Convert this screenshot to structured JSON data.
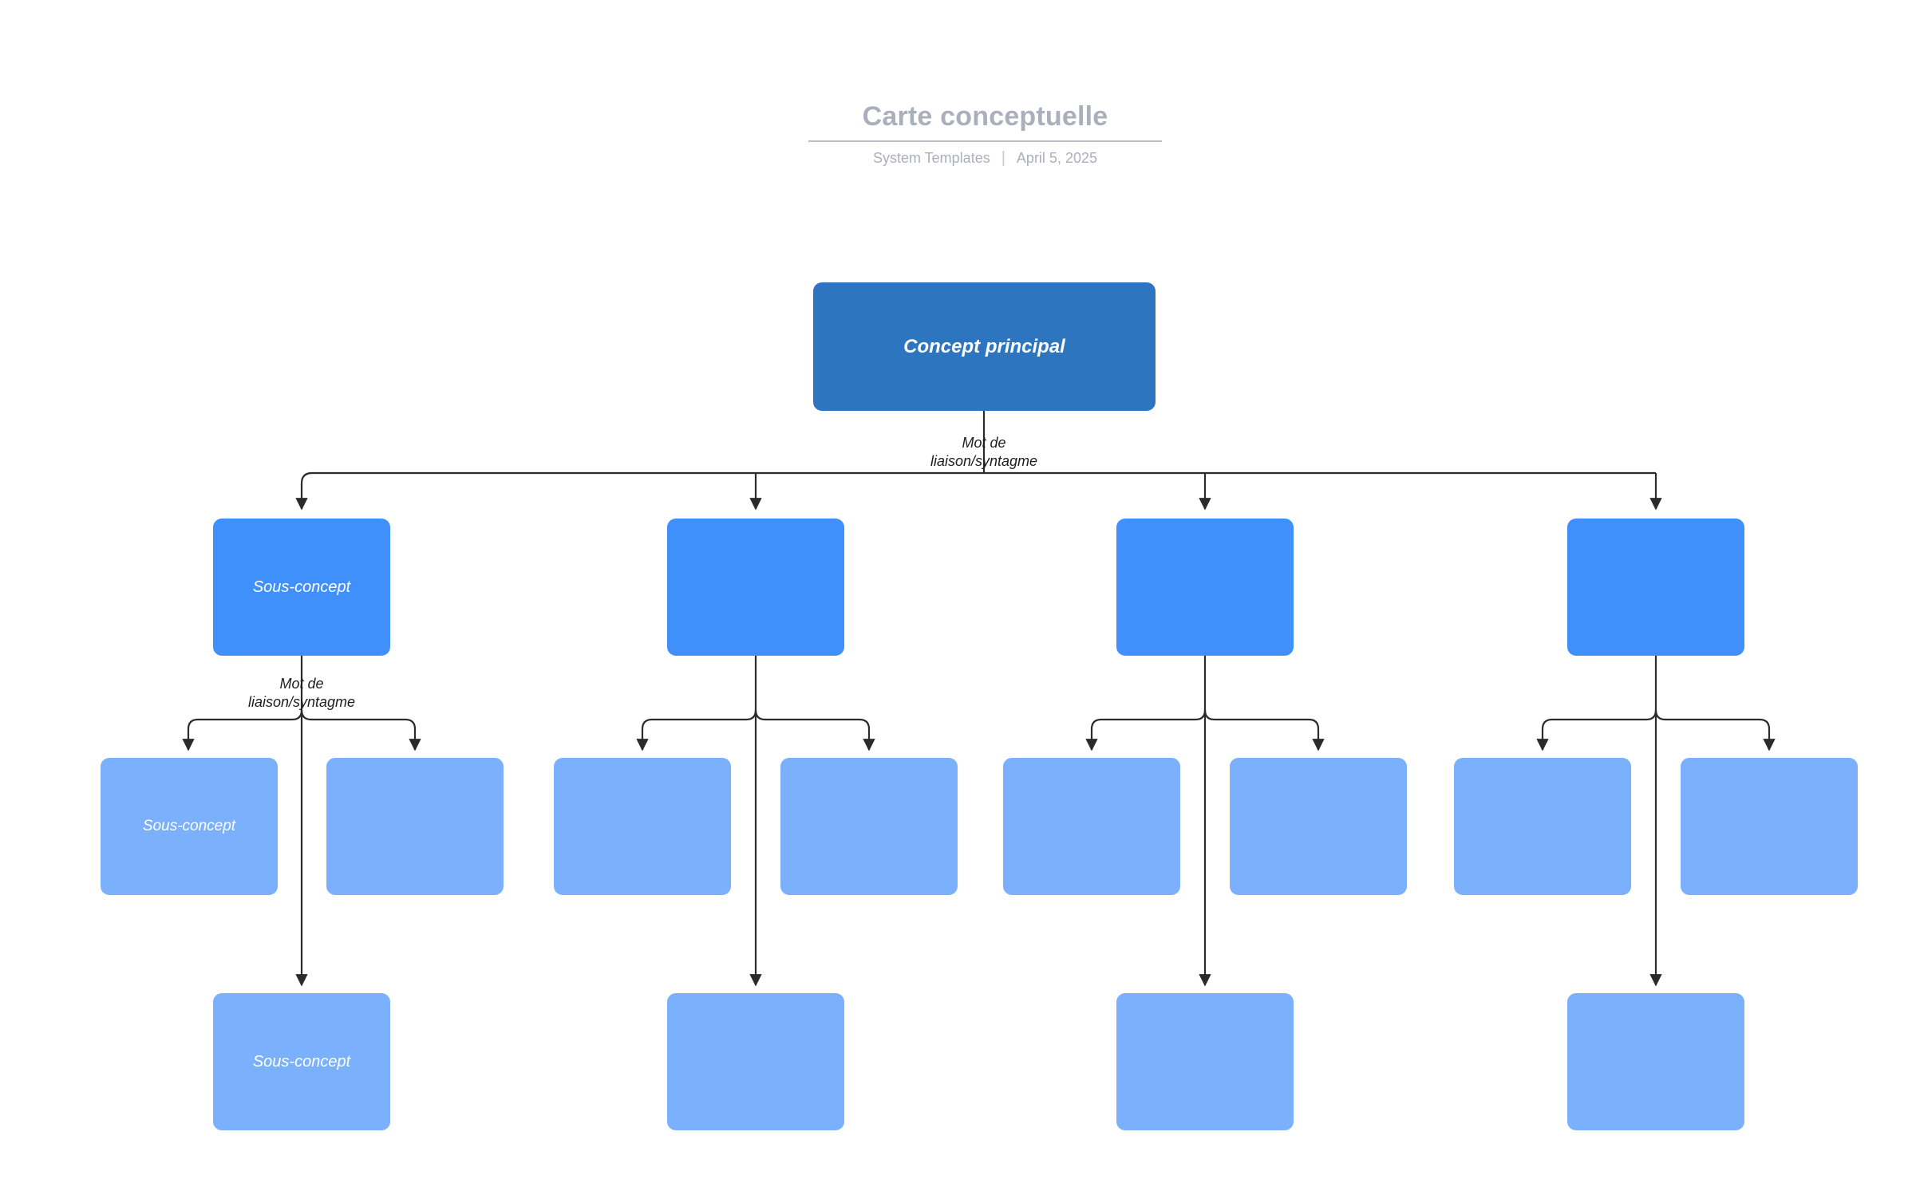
{
  "header": {
    "title": "Carte conceptuelle",
    "source": "System Templates",
    "separator": "|",
    "date": "April 5, 2025"
  },
  "colors": {
    "root": "#2e75c0",
    "level2": "#4090fc",
    "level3": "#7bb0fd",
    "level4": "#7bb0fd",
    "connector": "#2b2b2b",
    "title_text": "#aab0bb",
    "label_text": "#1d1d1d",
    "background": "#ffffff"
  },
  "diagram": {
    "type": "concept-map",
    "root": {
      "label": "Concept principal"
    },
    "edge_labels": [
      {
        "id": "edge-label-root",
        "text": "Mot de\nliaison/syntagme"
      },
      {
        "id": "edge-label-branch1",
        "text": "Mot de\nliaison/syntagme"
      }
    ],
    "level2": [
      {
        "label": "Sous-concept"
      },
      {
        "label": ""
      },
      {
        "label": ""
      },
      {
        "label": ""
      }
    ],
    "level3": [
      {
        "label": "Sous-concept"
      },
      {
        "label": ""
      },
      {
        "label": ""
      },
      {
        "label": ""
      },
      {
        "label": ""
      },
      {
        "label": ""
      },
      {
        "label": ""
      },
      {
        "label": ""
      }
    ],
    "level4": [
      {
        "label": "Sous-concept"
      },
      {
        "label": ""
      },
      {
        "label": ""
      },
      {
        "label": ""
      }
    ]
  }
}
